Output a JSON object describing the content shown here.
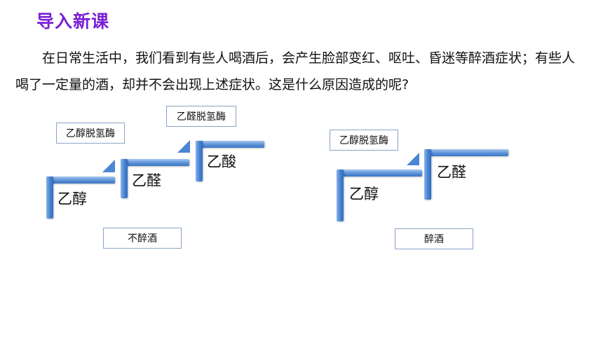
{
  "header": {
    "title": "导入新课"
  },
  "intro": {
    "text": "在日常生活中，我们看到有些人喝酒后，会产生脸部变红、呕吐、昏迷等醉酒症状；有些人喝了一定量的酒，却并不会出现上述症状。这是什么原因造成的呢?"
  },
  "diagram_left": {
    "enzyme1": "乙醇脱氢酶",
    "enzyme2": "乙醛脱氢酶",
    "step1": "乙醇",
    "step2": "乙醛",
    "step3": "乙酸",
    "caption": "不醉酒"
  },
  "diagram_right": {
    "enzyme1": "乙醇脱氢酶",
    "step1": "乙醇",
    "step2": "乙醛",
    "caption": "醉酒"
  },
  "colors": {
    "title": "#7b1fd6",
    "bar": "#4a86d4",
    "box_border": "#8aa4c8"
  }
}
